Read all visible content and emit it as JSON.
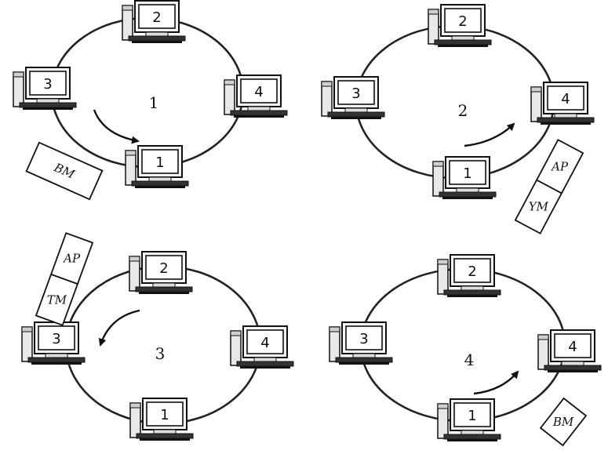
{
  "panels": [
    {
      "step": "1",
      "computers": [
        "2",
        "3",
        "4",
        "1"
      ],
      "token": {
        "top": "",
        "bottom": "BM"
      }
    },
    {
      "step": "2",
      "computers": [
        "2",
        "3",
        "4",
        "1"
      ],
      "token": {
        "top": "AP",
        "bottom": "YM"
      }
    },
    {
      "step": "3",
      "computers": [
        "2",
        "3",
        "4",
        "1"
      ],
      "token": {
        "top": "AP",
        "bottom": "TM"
      }
    },
    {
      "step": "4",
      "computers": [
        "2",
        "3",
        "4",
        "1"
      ],
      "token": {
        "top": "",
        "bottom": "BM"
      }
    }
  ],
  "icons": {
    "computer": "desktop-computer-icon",
    "arrow": "direction-arrow-icon"
  }
}
